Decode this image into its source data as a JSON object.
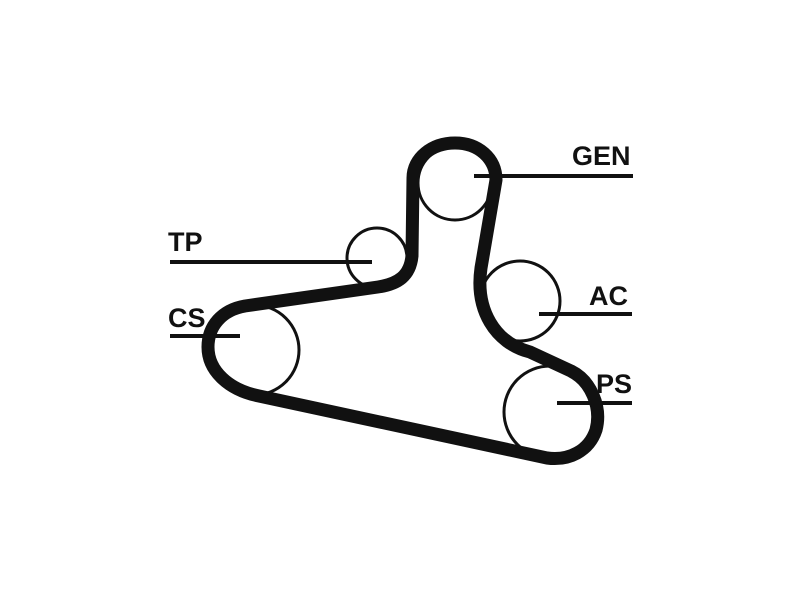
{
  "diagram": {
    "colors": {
      "line": "#111111",
      "background": "#ffffff"
    },
    "pulleys": {
      "gen": "GEN",
      "tp": "TP",
      "ac": "AC",
      "cs": "CS",
      "ps": "PS"
    }
  }
}
